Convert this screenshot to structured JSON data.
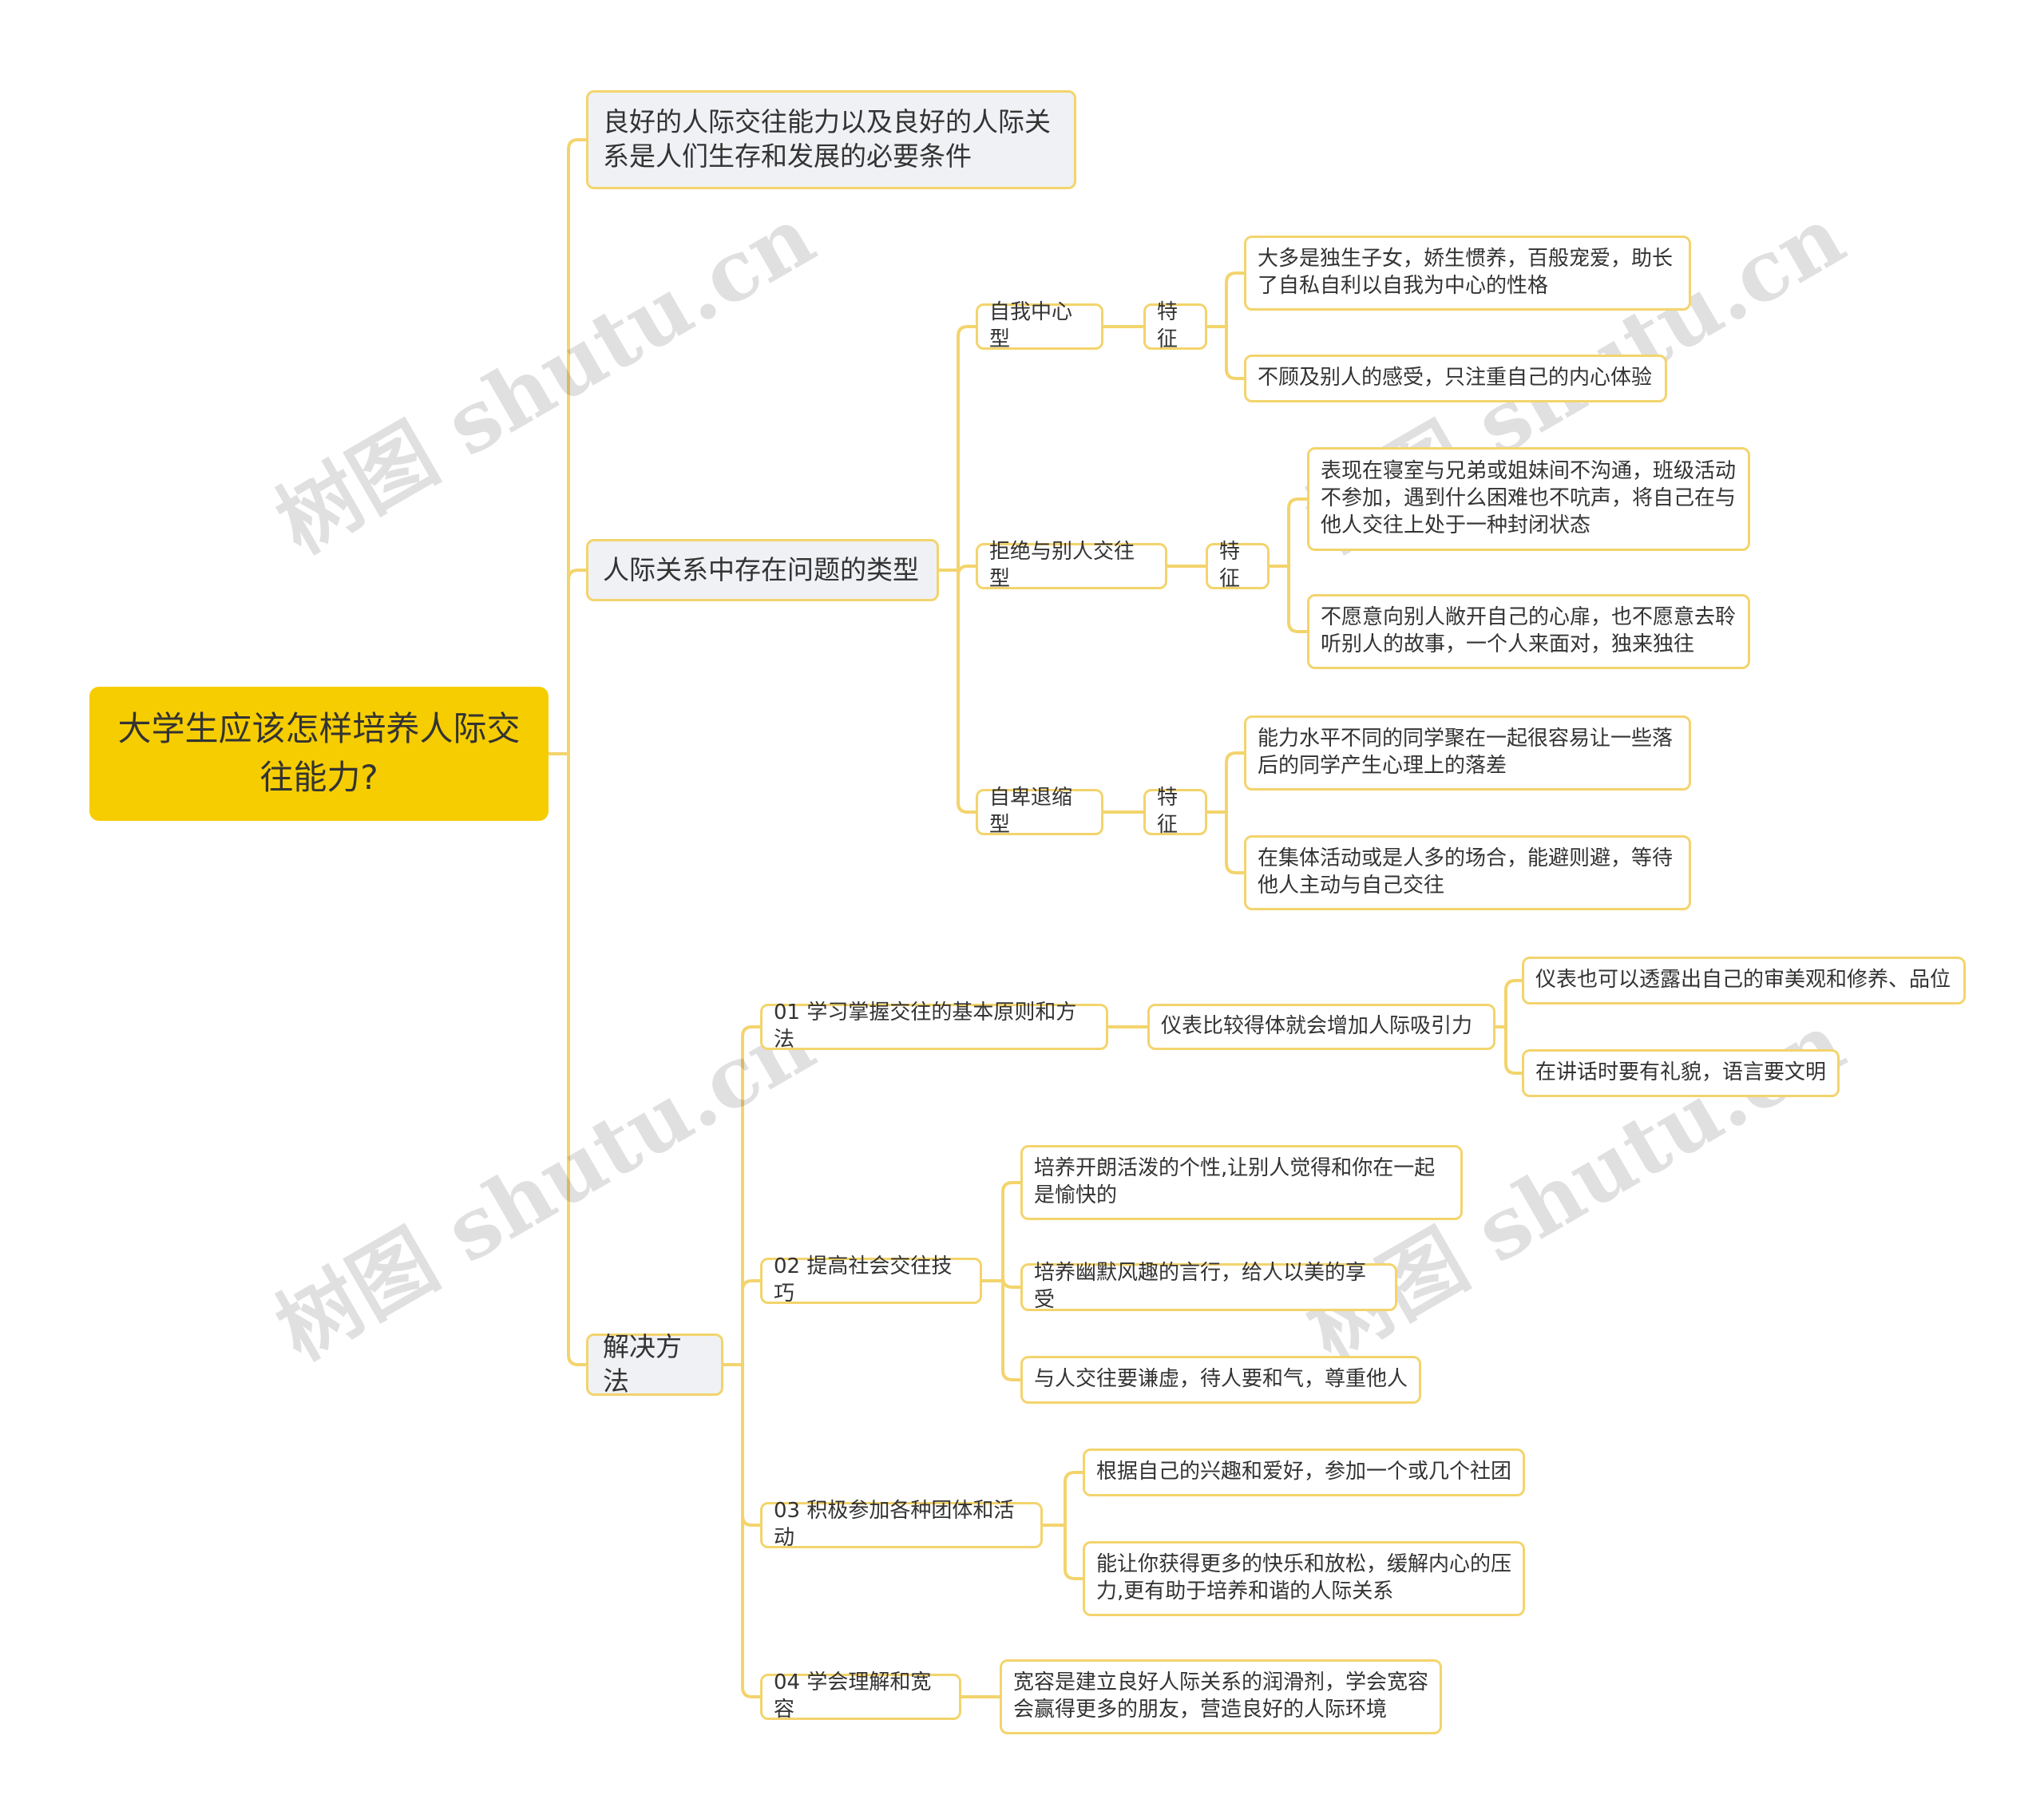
{
  "watermark": "树图 shutu.cn",
  "colors": {
    "line": "#f3d46d",
    "root": "#f6cd00",
    "l1_fill": "#eff1f4",
    "border": "#f3d46d"
  },
  "mindmap": {
    "root": "大学生应该怎样培养人际交往能力?",
    "branches": [
      {
        "label": "良好的人际交往能力以及良好的人际关系是人们生存和发展的必要条件"
      },
      {
        "label": "人际关系中存在问题的类型",
        "children": [
          {
            "label": "自我中心型",
            "feature": "特征",
            "items": [
              "大多是独生子女，娇生惯养，百般宠爱，助长了自私自利以自我为中心的性格",
              "不顾及别人的感受，只注重自己的内心体验"
            ]
          },
          {
            "label": "拒绝与别人交往型",
            "feature": "特征",
            "items": [
              "表现在寝室与兄弟或姐妹间不沟通，班级活动不参加，遇到什么困难也不吭声，将自己在与他人交往上处于一种封闭状态",
              "不愿意向别人敞开自己的心扉，也不愿意去聆听别人的故事，一个人来面对，独来独往"
            ]
          },
          {
            "label": "自卑退缩型",
            "feature": "特征",
            "items": [
              "能力水平不同的同学聚在一起很容易让一些落后的同学产生心理上的落差",
              "在集体活动或是人多的场合，能避则避，等待他人主动与自己交往"
            ]
          }
        ]
      },
      {
        "label": "解决方法",
        "children": [
          {
            "label": "01 学习掌握交往的基本原则和方法",
            "sub": "仪表比较得体就会增加人际吸引力",
            "items": [
              "仪表也可以透露出自己的审美观和修养、品位",
              "在讲话时要有礼貌，语言要文明"
            ]
          },
          {
            "label": "02 提高社会交往技巧",
            "items": [
              "培养开朗活泼的个性,让别人觉得和你在一起是愉快的",
              "培养幽默风趣的言行，给人以美的享受",
              "与人交往要谦虚，待人要和气，尊重他人"
            ]
          },
          {
            "label": "03 积极参加各种团体和活动",
            "items": [
              "根据自己的兴趣和爱好，参加一个或几个社团",
              "能让你获得更多的快乐和放松，缓解内心的压力,更有助于培养和谐的人际关系"
            ]
          },
          {
            "label": "04 学会理解和宽容",
            "items": [
              "宽容是建立良好人际关系的润滑剂，学会宽容会赢得更多的朋友，营造良好的人际环境"
            ]
          }
        ]
      }
    ]
  }
}
